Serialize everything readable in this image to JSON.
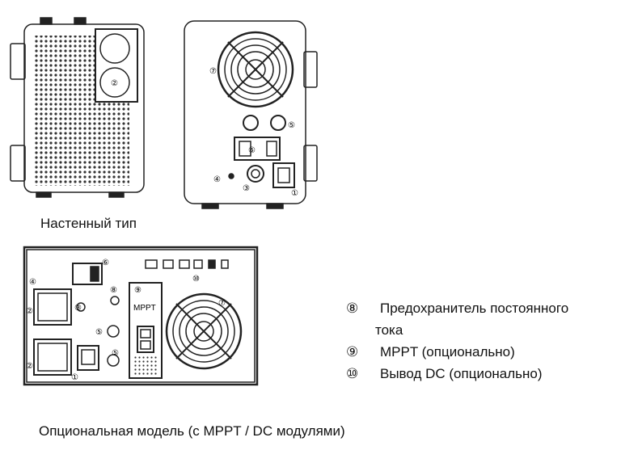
{
  "captions": {
    "wall_type": "Настенный тип",
    "optional_model": "Опциональная модель (с MPPT / DC модулями)"
  },
  "legend": [
    {
      "marker": "⑧",
      "line1": "Предохранитель постоянного",
      "line2": "тока"
    },
    {
      "marker": "⑨",
      "line1": "MPPT (опционально)",
      "line2": ""
    },
    {
      "marker": "⑩",
      "line1": "Вывод DC (опционально)",
      "line2": ""
    }
  ],
  "markers": {
    "m1": "①",
    "m2": "②",
    "m3": "③",
    "m4": "④",
    "m5": "⑤",
    "m6": "⑥",
    "m7": "⑦",
    "m8": "⑧",
    "m9": "⑨",
    "m10": "⑩"
  },
  "panel_labels": {
    "mppt": "MPPT"
  }
}
